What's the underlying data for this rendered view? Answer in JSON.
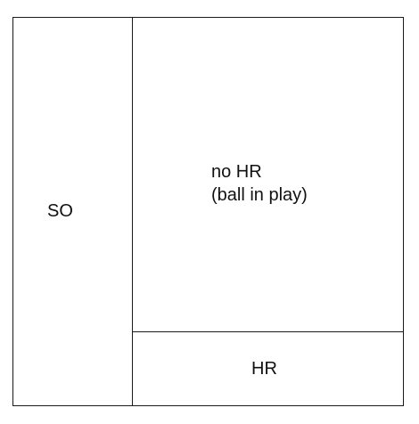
{
  "regions": {
    "strikeout": {
      "label": "SO"
    },
    "no_homerun": {
      "line1": "no HR",
      "line2": "(ball in play)"
    },
    "homerun": {
      "label": "HR"
    }
  },
  "colors": {
    "line": "#1a1a1a",
    "text": "#111111",
    "background": "#ffffff"
  }
}
